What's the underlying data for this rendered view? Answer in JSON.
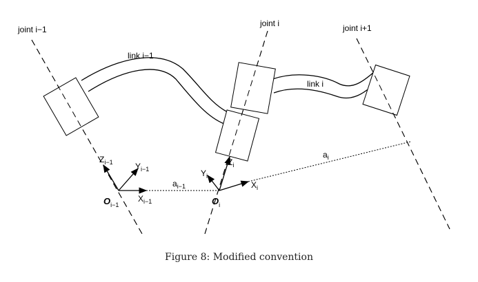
{
  "labels": {
    "joint_prev": "joint i−1",
    "joint_cur": "joint i",
    "joint_next": "joint i+1",
    "link_prev": "link i−1",
    "link_cur": "link i",
    "z_prev": {
      "base": "Z",
      "sub": "i−1"
    },
    "y_prev": {
      "base": "Y",
      "sub": "i−1"
    },
    "x_prev": {
      "base": "X",
      "sub": "i−1"
    },
    "o_prev": {
      "base": "O",
      "sub": "i−1"
    },
    "a_prev": {
      "base": "a",
      "sub": "i−1"
    },
    "y_cur": {
      "base": "Y",
      "sub": "i"
    },
    "z_cur": {
      "base": "Z",
      "sub": "i"
    },
    "x_cur": {
      "base": "X",
      "sub": "i"
    },
    "o_cur": {
      "base": "O",
      "sub": "i"
    },
    "a_cur": {
      "base": "a",
      "sub": "i"
    }
  },
  "caption": "Figure 8: Modified convention"
}
